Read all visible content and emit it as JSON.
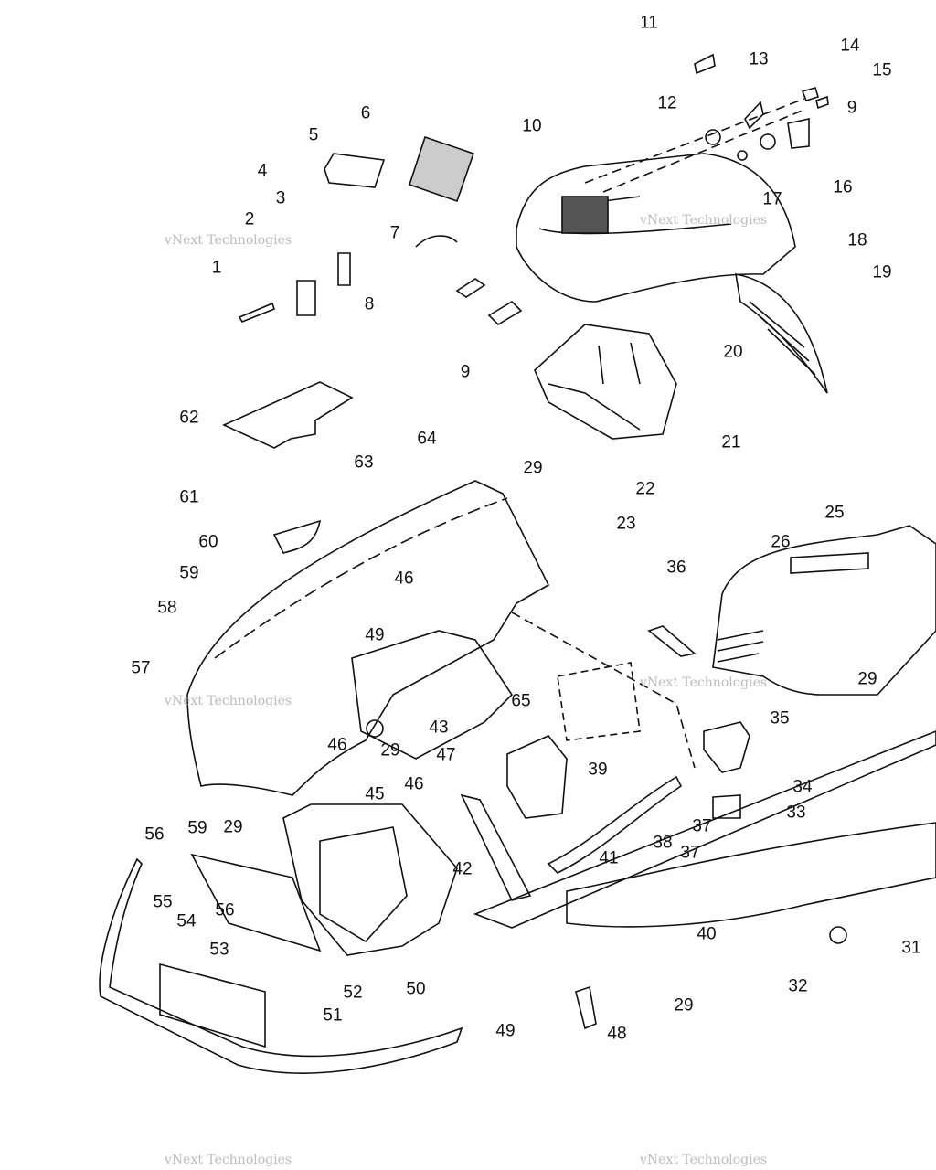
{
  "diagram_title": "",
  "watermark": "vNext Technologies",
  "callouts": [
    "11",
    "13",
    "14",
    "15",
    "12",
    "9",
    "6",
    "5",
    "10",
    "4",
    "3",
    "2",
    "16",
    "17",
    "18",
    "19",
    "7",
    "1",
    "8",
    "20",
    "9",
    "62",
    "21",
    "29",
    "64",
    "63",
    "22",
    "61",
    "23",
    "60",
    "25",
    "26",
    "59",
    "36",
    "46",
    "58",
    "49",
    "57",
    "65",
    "29",
    "35",
    "43",
    "46",
    "29",
    "47",
    "34",
    "39",
    "45",
    "46",
    "33",
    "37",
    "37",
    "38",
    "56",
    "59",
    "29",
    "41",
    "42",
    "55",
    "56",
    "40",
    "31",
    "53",
    "54",
    "32",
    "52",
    "51",
    "50",
    "49",
    "29",
    "48"
  ]
}
